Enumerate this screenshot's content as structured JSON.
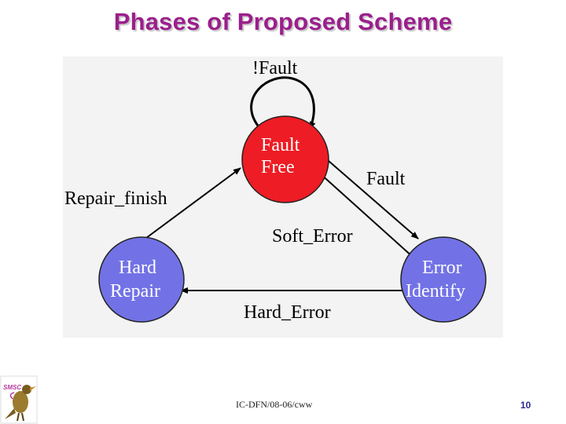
{
  "slide": {
    "title": "Phases of Proposed Scheme",
    "footer": "IC-DFN/08-06/cww",
    "page_number": "10",
    "logo_text": "SMSC"
  },
  "diagram": {
    "nodes": {
      "fault_free": {
        "line1": "Fault",
        "line2": "Free",
        "color": "#ee1c24"
      },
      "hard_repair": {
        "line1": "Hard",
        "line2": "Repair",
        "color": "#7272e6"
      },
      "error_identify": {
        "line1": "Error",
        "line2": "Identify",
        "color": "#7272e6"
      }
    },
    "edges": {
      "not_fault": "!Fault",
      "fault": "Fault",
      "soft_error": "Soft_Error",
      "hard_error": "Hard_Error",
      "repair_finish": "Repair_finish"
    }
  }
}
